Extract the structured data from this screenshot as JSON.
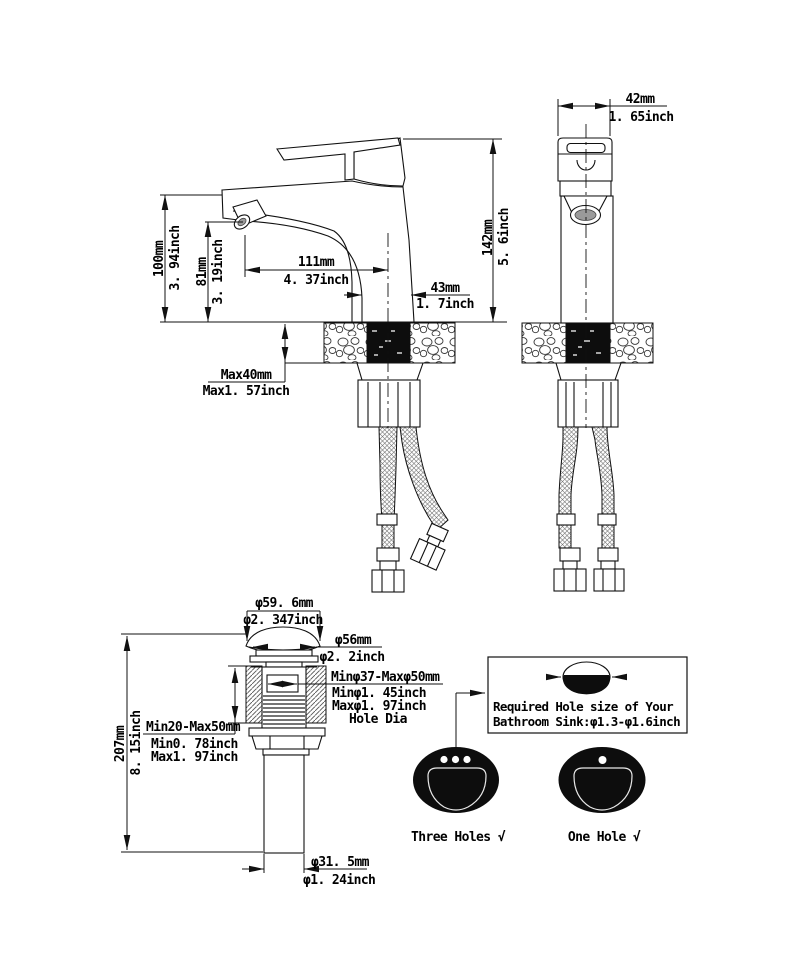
{
  "title": "faucet-installation-dimension-diagram",
  "colors": {
    "line": "#111111",
    "background": "#ffffff",
    "fill_black": "#0d0d0d"
  },
  "side_view": {
    "spout_height": {
      "mm": "100mm",
      "inch": "3. 94inch"
    },
    "aerator_height": {
      "mm": "81mm",
      "inch": "3. 19inch"
    },
    "spout_reach": {
      "mm": "111mm",
      "inch": "4. 37inch"
    },
    "base_width": {
      "mm": "43mm",
      "inch": "1. 7inch"
    },
    "overall_height": {
      "mm": "142mm",
      "inch": "5. 6inch"
    },
    "deck_max": {
      "mm": "Max40mm",
      "inch": "Max1. 57inch"
    }
  },
  "front_view": {
    "spout_width": {
      "mm": "42mm",
      "inch": "1. 65inch"
    }
  },
  "drain": {
    "cap_diameter": {
      "mm": "φ59. 6mm",
      "inch": "φ2. 347inch"
    },
    "flange_diameter": {
      "mm": "φ56mm",
      "inch": "φ2. 2inch"
    },
    "hole_diameter": {
      "range_mm": "Minφ37-Maxφ50mm",
      "min_inch": "Minφ1. 45inch",
      "max_inch": "Maxφ1. 97inch",
      "label": "Hole Dia"
    },
    "deck_range": {
      "mm": "Min20-Max50mm",
      "min_inch": "Min0. 78inch",
      "max_inch": "Max1. 97inch"
    },
    "overall_height": {
      "mm": "207mm",
      "inch": "8. 15inch"
    },
    "tailpiece_diameter": {
      "mm": "φ31. 5mm",
      "inch": "φ1. 24inch"
    }
  },
  "requirement_note": {
    "line1": "Required Hole size of Your",
    "line2": "Bathroom Sink:φ1.3-φ1.6inch"
  },
  "sink_options": {
    "three_holes": "Three Holes √",
    "one_hole": "One Hole √"
  }
}
